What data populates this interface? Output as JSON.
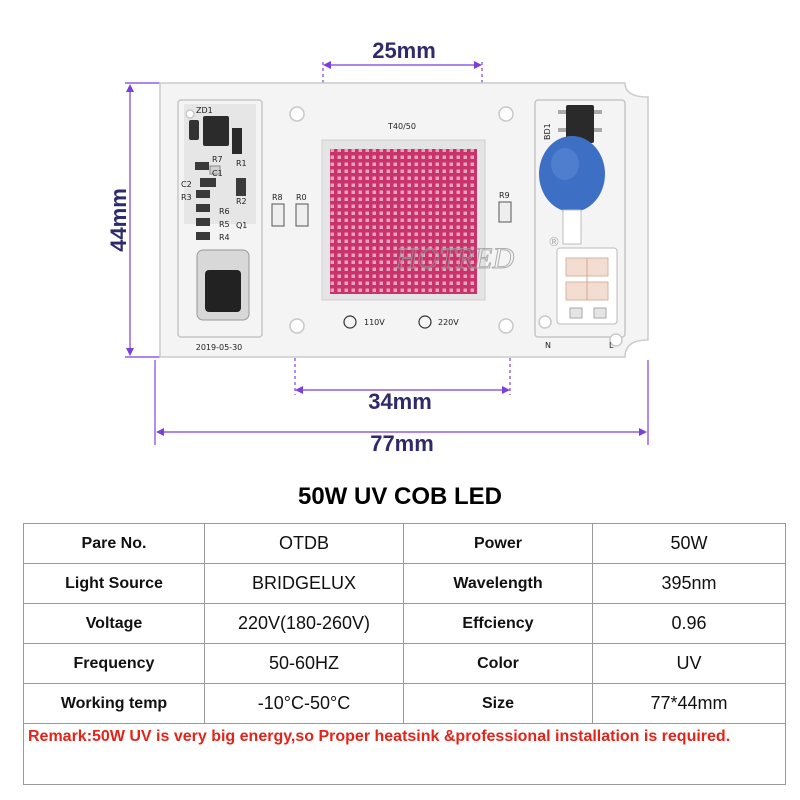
{
  "figure": {
    "dimensions": {
      "chip_width": "25mm",
      "height": "44mm",
      "hole_spacing": "34mm",
      "width": "77mm"
    },
    "watermark": "HOTRED",
    "watermark_mark": "®",
    "silkscreen": {
      "chip_label": "T40/50",
      "date": "2019-05-30",
      "voltage_110": "110V",
      "voltage_220": "220V",
      "neutral": "N",
      "line": "L",
      "bd1": "BD1",
      "zd1": "ZD1",
      "r7": "R7",
      "r1": "R1",
      "c1": "C1",
      "c2": "C2",
      "r3": "R3",
      "r6": "R6",
      "r5": "R5",
      "r4": "R4",
      "r2": "R2",
      "q1": "Q1",
      "r8": "R8",
      "r0": "R0",
      "r9": "R9"
    },
    "colors": {
      "dimension_line": "#7b3fe0",
      "chip": "#c8336a",
      "board": "#f4f4f4",
      "varistor": "#3d6fc4"
    }
  },
  "title": "50W UV COB LED",
  "table": {
    "rows": [
      [
        {
          "label": "Pare No."
        },
        {
          "value": "OTDB"
        },
        {
          "label": "Power"
        },
        {
          "value": "50W"
        }
      ],
      [
        {
          "label": "Light Source"
        },
        {
          "value": "BRIDGELUX"
        },
        {
          "label": "Wavelength"
        },
        {
          "value": "395nm"
        }
      ],
      [
        {
          "label": "Voltage"
        },
        {
          "value": "220V(180-260V)"
        },
        {
          "label": "Effciency"
        },
        {
          "value": "0.96"
        }
      ],
      [
        {
          "label": "Frequency"
        },
        {
          "value": "50-60HZ"
        },
        {
          "label": "Color"
        },
        {
          "value": "UV"
        }
      ],
      [
        {
          "label": "Working temp"
        },
        {
          "value": "-10°C-50°C"
        },
        {
          "label": "Size"
        },
        {
          "value": "77*44mm"
        }
      ]
    ],
    "remark": "Remark:50W UV is very big energy,so Proper heatsink &professional installation is required."
  }
}
